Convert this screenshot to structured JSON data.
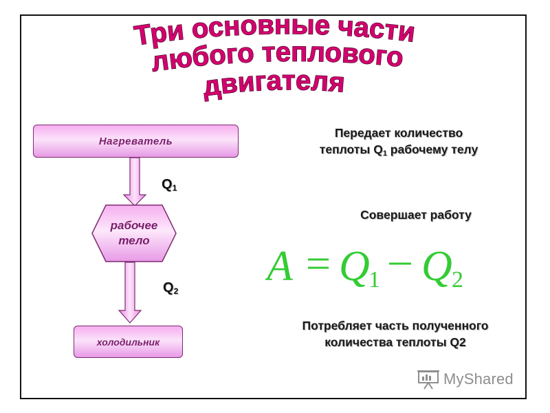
{
  "slide": {
    "title_lines": [
      "Три основные части",
      "любого теплового",
      "двигателя"
    ]
  },
  "diagram": {
    "heater_label": "Нагреватель",
    "working_body_line1": "рабочее",
    "working_body_line2": "тело",
    "cooler_label": "холодильник",
    "q1_main": "Q",
    "q1_sub": "1",
    "q2_main": "Q",
    "q2_sub": "2"
  },
  "descriptions": {
    "heater_line1": "Передает количество",
    "heater_line2_pre": "теплоты Q",
    "heater_line2_sub": "1",
    "heater_line2_post": " рабочему телу",
    "work": "Совершает работу",
    "cooler_line1": "Потребляет часть полученного",
    "cooler_line2": "количества теплоты Q2"
  },
  "formula": {
    "lhs": "A",
    "eq": "=",
    "q": "Q",
    "sub1": "1",
    "minus": "−",
    "sub2": "2"
  },
  "watermark": {
    "text": "MyShared"
  },
  "colors": {
    "title_fill": "#d4006f",
    "box_fill": "#f6aef0",
    "box_text": "#7a1f6c",
    "formula": "#33cc33",
    "arrow": "#f0a0ec"
  }
}
